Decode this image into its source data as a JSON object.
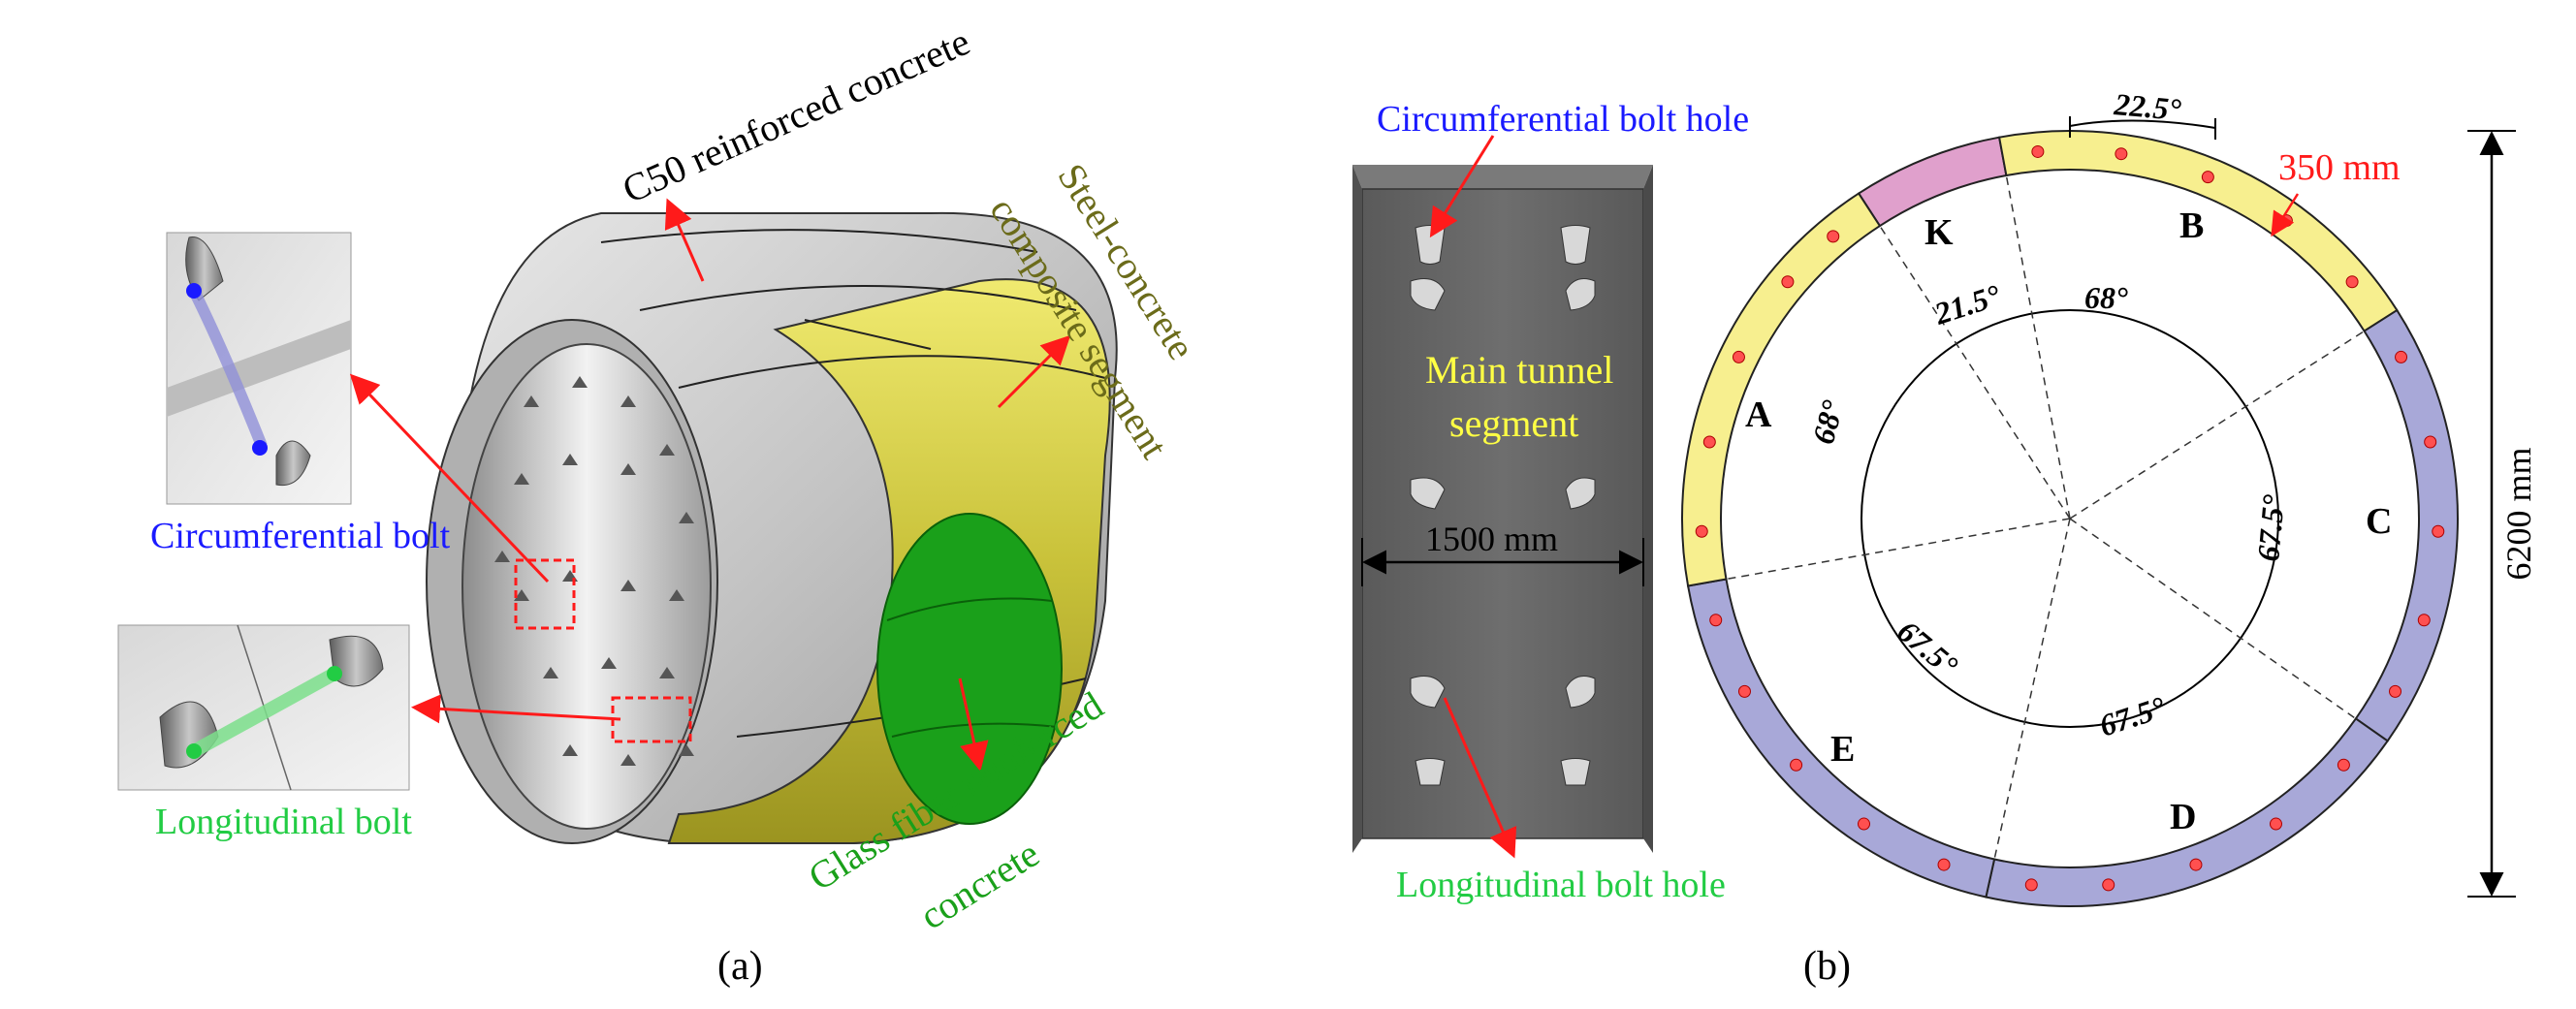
{
  "panel_a": {
    "caption": "(a)",
    "labels": {
      "c50": "C50 reinforced concrete",
      "steel_line1": "Steel-concrete",
      "steel_line2": "composite segment",
      "circ_bolt": "Circumferential bolt",
      "long_bolt": "Longitudinal bolt",
      "gfrc_line1": "Glass fiber reinforced",
      "gfrc_line2": "concrete"
    }
  },
  "panel_b": {
    "caption": "(b)",
    "labels": {
      "circ_hole": "Circumferential bolt hole",
      "long_hole": "Longitudinal bolt hole",
      "main_line1": "Main tunnel",
      "main_line2": "segment",
      "width_dim": "1500 mm",
      "thickness": "350 mm",
      "diameter": "6200 mm"
    },
    "segments": {
      "K": "K",
      "B": "B",
      "A": "A",
      "C": "C",
      "E": "E",
      "D": "D"
    },
    "angles": {
      "top": "22.5°",
      "k": "21.5°",
      "b": "68°",
      "a": "68°",
      "c": "67.5°",
      "e": "67.5°",
      "d": "67.5°"
    }
  },
  "colors": {
    "yellow": "#f7ef8f",
    "blue": "#a8a8d8",
    "pink": "#e0a0cc",
    "red": "#ff1a1a",
    "label_blue": "#1a1aff",
    "label_green": "#22cc44",
    "olive": "#6b6b1a",
    "gfrc_green": "#1aa01a"
  }
}
